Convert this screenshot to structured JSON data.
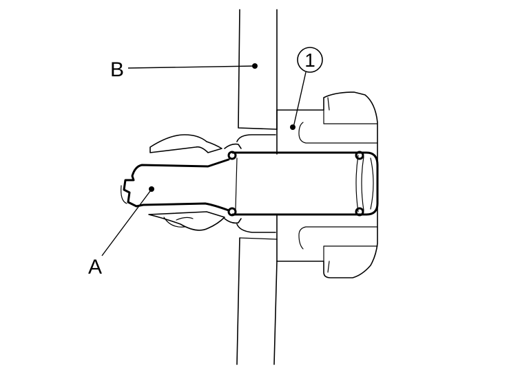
{
  "labels": {
    "a": "A",
    "b": "B",
    "callout_1": "1"
  }
}
